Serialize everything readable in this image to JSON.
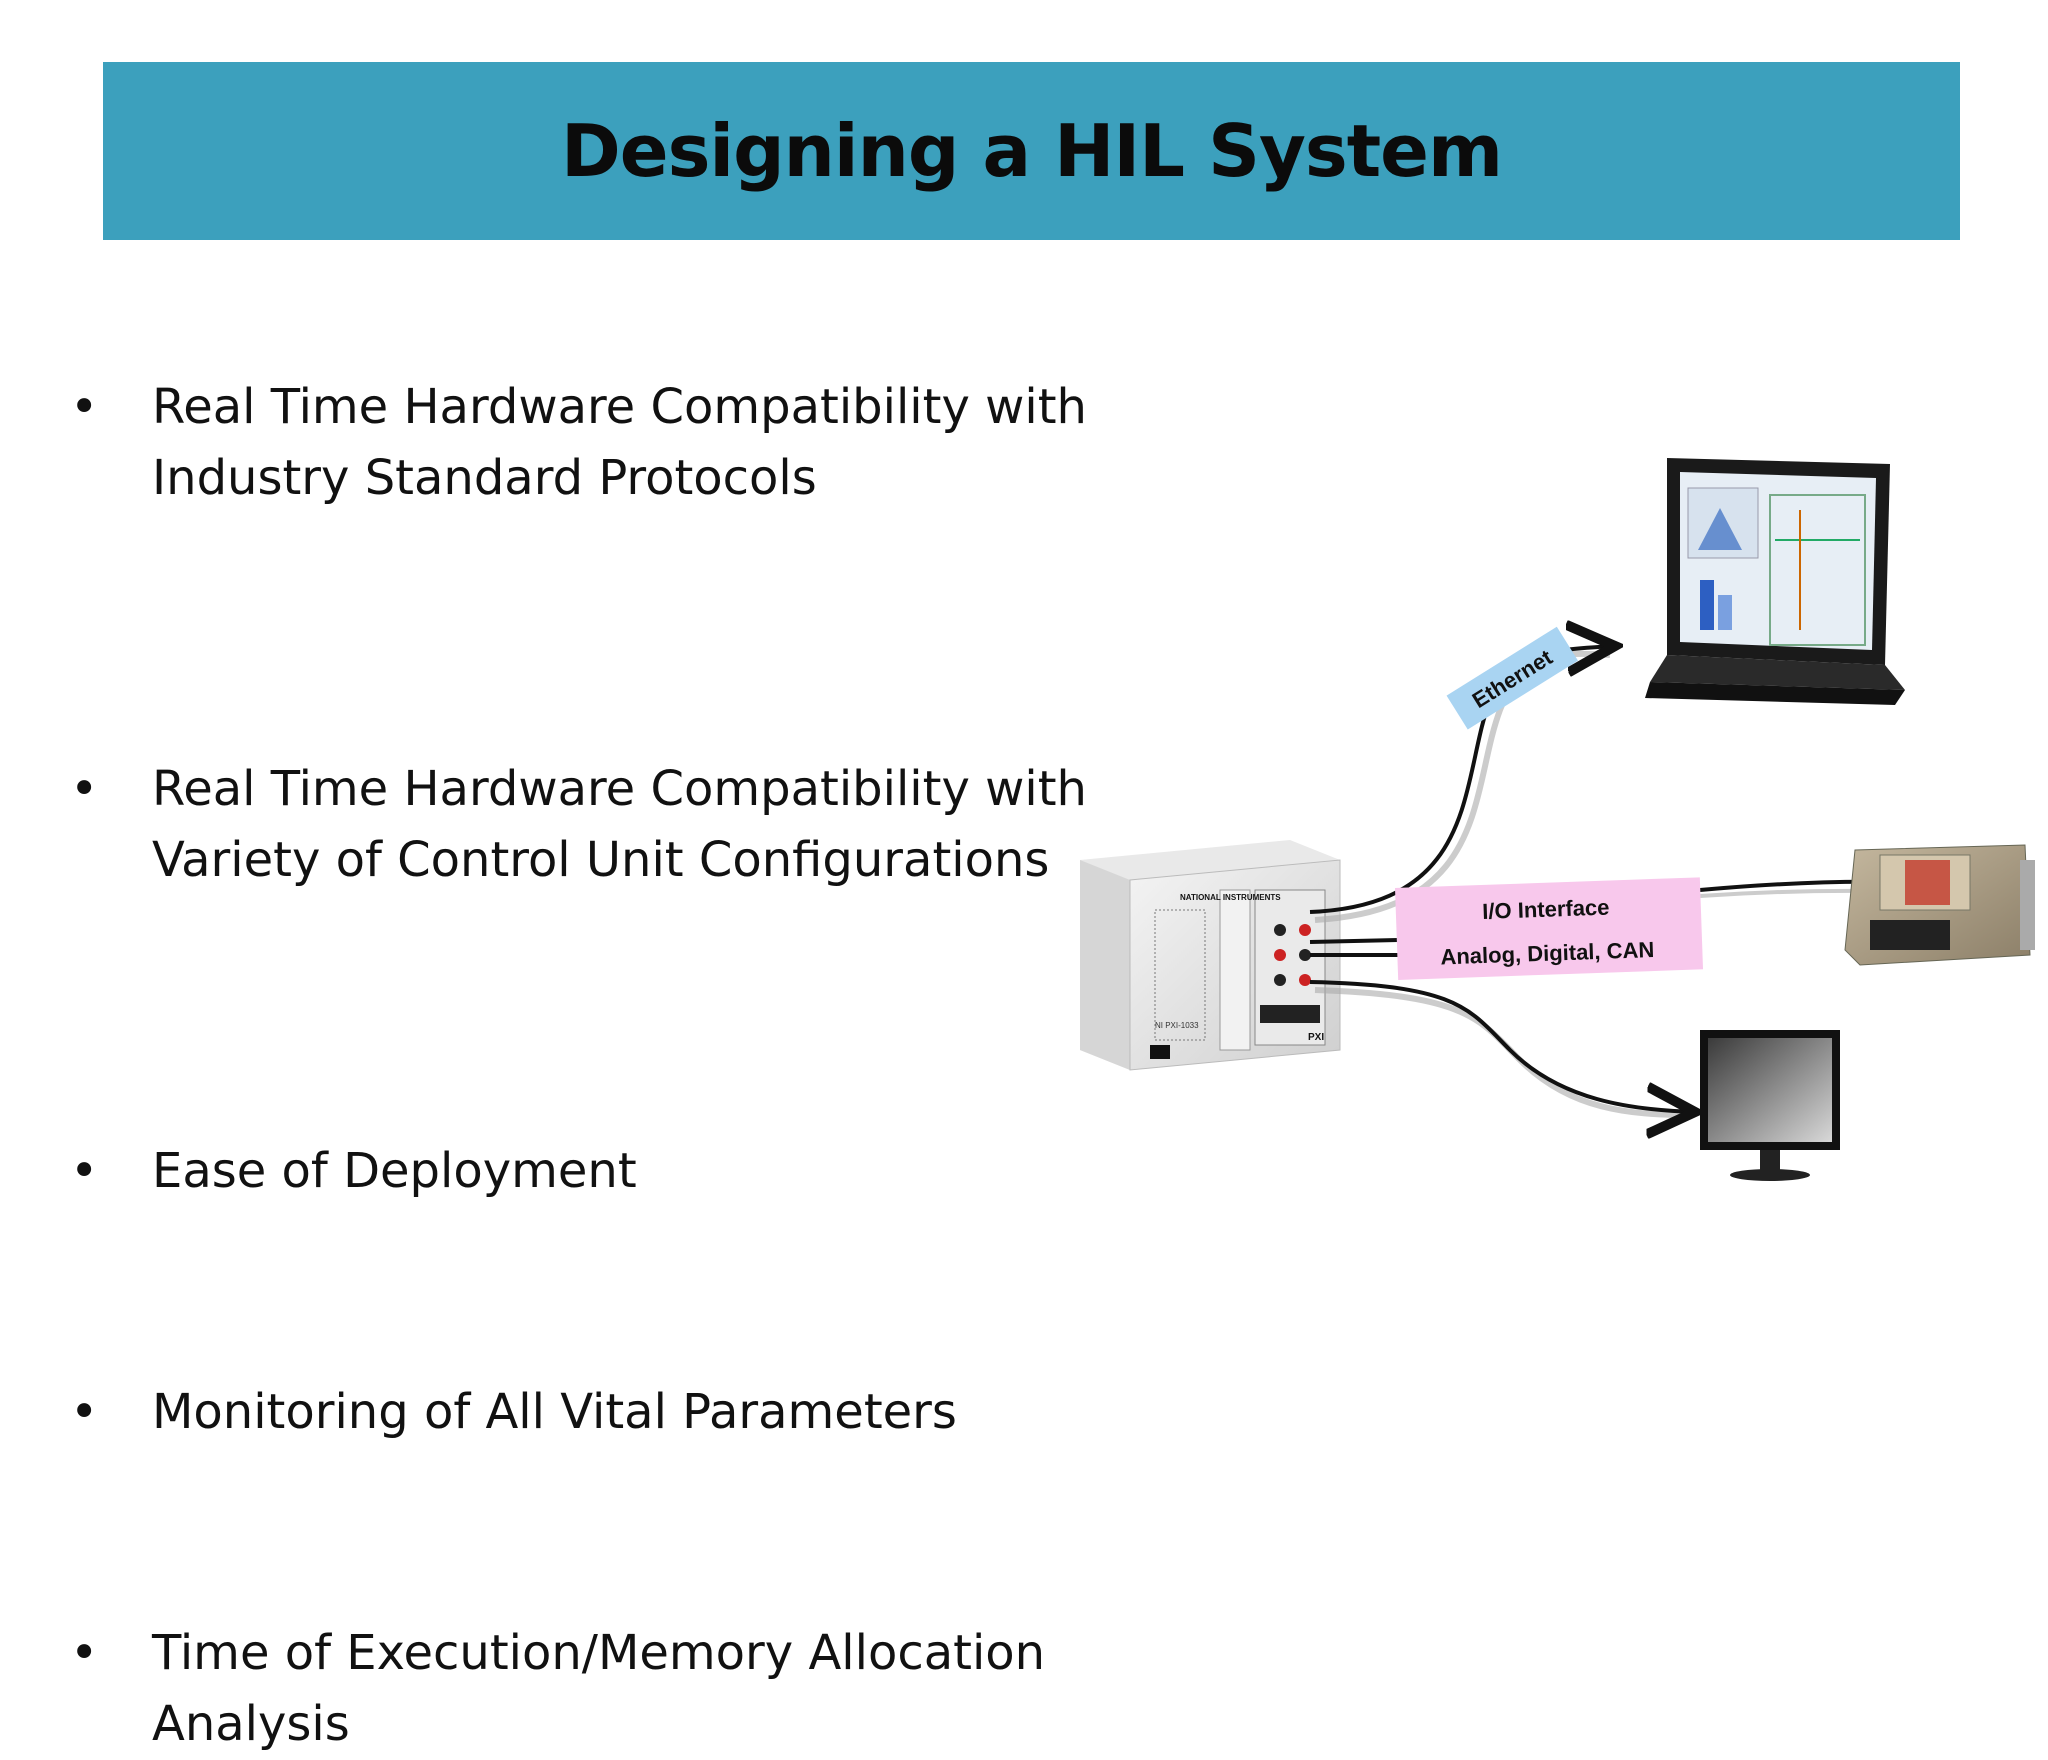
{
  "slide": {
    "title": "Designing a HIL System",
    "bullets": [
      "Real Time Hardware Compatibility with Industry Standard Protocols",
      "Real Time Hardware Compatibility with Variety of Control Unit Configurations",
      "Ease of Deployment",
      "Monitoring of  All Vital Parameters",
      "Time of Execution/Memory Allocation Analysis"
    ],
    "bullet_lines": [
      [
        "Real Time Hardware Compatibility with",
        "Industry Standard Protocols"
      ],
      [
        "Real Time Hardware Compatibility with",
        "Variety of Control Unit Configurations"
      ],
      [
        "Ease of Deployment"
      ],
      [
        "Monitoring of  All Vital Parameters"
      ],
      [
        "Time of Execution/Memory Allocation",
        "Analysis"
      ]
    ]
  },
  "diagram": {
    "ethernet_label": "Ethernet",
    "io_label_line1": "I/O Interface",
    "io_label_line2": "Analog, Digital, CAN",
    "chassis_brand": "NATIONAL INSTRUMENTS",
    "chassis_model": "NI PXI-1033",
    "chassis_badge": "PXI",
    "colors": {
      "title_bar": "#3ca0bd",
      "ethernet_tag": "#a9d4f2",
      "io_box": "#f8c8ec"
    }
  }
}
